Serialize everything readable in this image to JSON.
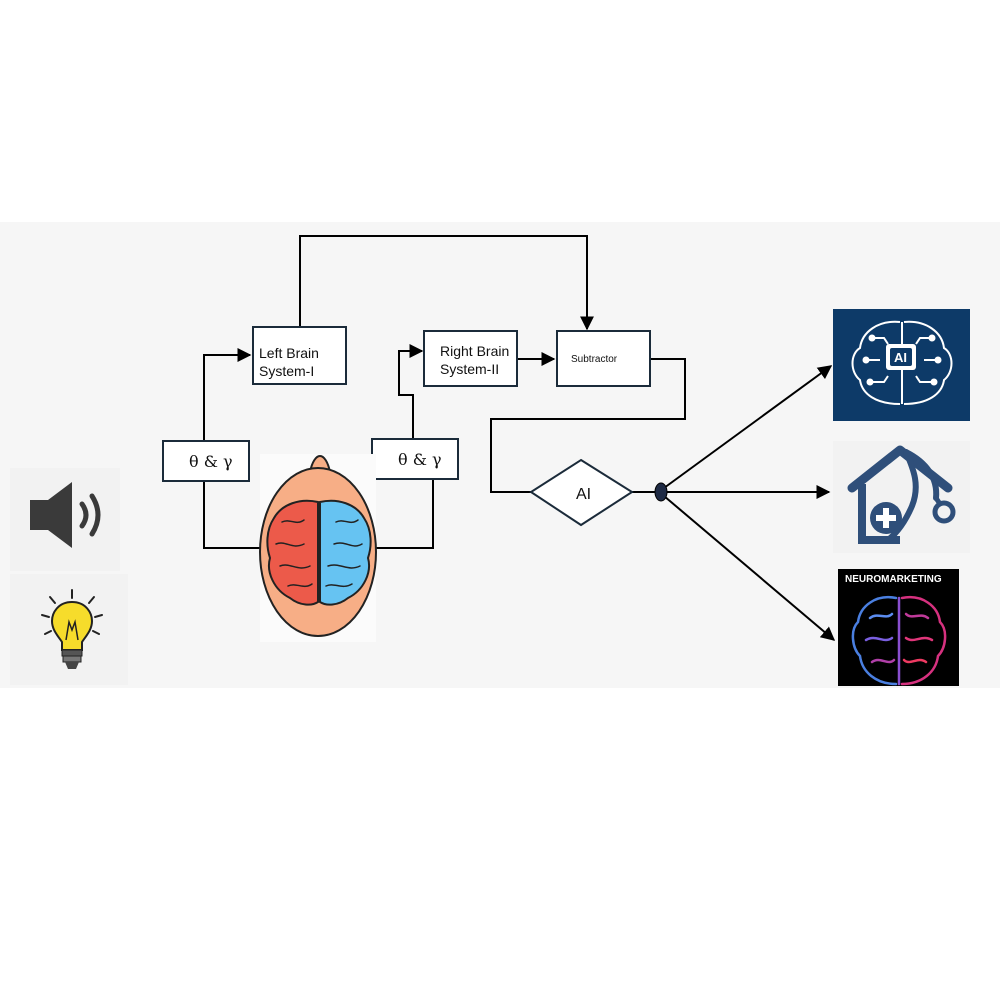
{
  "blocks": {
    "left_brain": {
      "line1": "Left Brain",
      "line2": "System-I"
    },
    "right_brain": {
      "line1": "Right Brain",
      "line2": "System-II"
    },
    "subtractor": "Subtractor",
    "filter_left": "θ & γ",
    "filter_right": "θ & γ",
    "ai_decision": "AI"
  },
  "outputs": {
    "ai_badge": "AI",
    "neuromarketing_title": "NEUROMARKETING"
  },
  "colors": {
    "line": "#000000",
    "box_stroke": "#1b2b3a",
    "left_hemisphere": "#ec5a4a",
    "right_hemisphere": "#66c3f2",
    "head": "#f7ae86",
    "ai_panel_bg": "#0d3a68",
    "health_panel_icon": "#2f4f7a",
    "neuro_bg": "#000000",
    "bulb": "#f6dc2b"
  },
  "icons": {
    "stimulus_sound": "speaker-icon",
    "stimulus_idea": "lightbulb-icon",
    "subject": "brain-head-icon",
    "app_ai": "ai-brain-circuit-icon",
    "app_health": "stethoscope-house-icon",
    "app_neuro": "neon-brain-icon"
  }
}
